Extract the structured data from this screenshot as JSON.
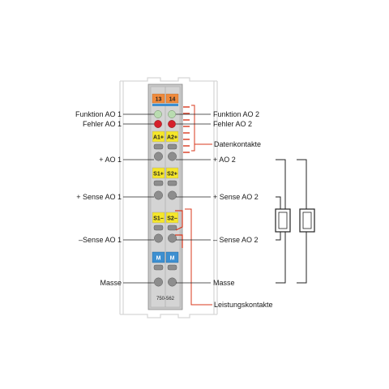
{
  "module": {
    "model": "750-562",
    "top_numbers": [
      "13",
      "14"
    ]
  },
  "terminals": {
    "a1": "A1+",
    "a2": "A2+",
    "s1p": "S1+",
    "s2p": "S2+",
    "s1m": "S1–",
    "s2m": "S2–",
    "m1": "M",
    "m2": "M"
  },
  "labels_left": {
    "funktion": "Funktion AO 1",
    "fehler": "Fehler AO 1",
    "ao": "+ AO 1",
    "sense_plus": "+ Sense AO 1",
    "sense_minus": "–Sense AO 1",
    "masse": "Masse"
  },
  "labels_right": {
    "funktion": "Funktion AO 2",
    "fehler": "Fehler AO 2",
    "daten": "Datenkontakte",
    "ao": "+ AO 2",
    "sense_plus": "+ Sense AO 2",
    "sense_minus": "– Sense AO 2",
    "masse": "Masse",
    "leistung": "Leistungskontakte"
  },
  "colors": {
    "orange": "#f08a3c",
    "blue": "#3d8fd1",
    "yellow": "#f5e62a",
    "led_green": "#b9dcb0",
    "led_red": "#d5202b",
    "contact_red": "#d9381e",
    "housing": "#c8c8c8"
  }
}
